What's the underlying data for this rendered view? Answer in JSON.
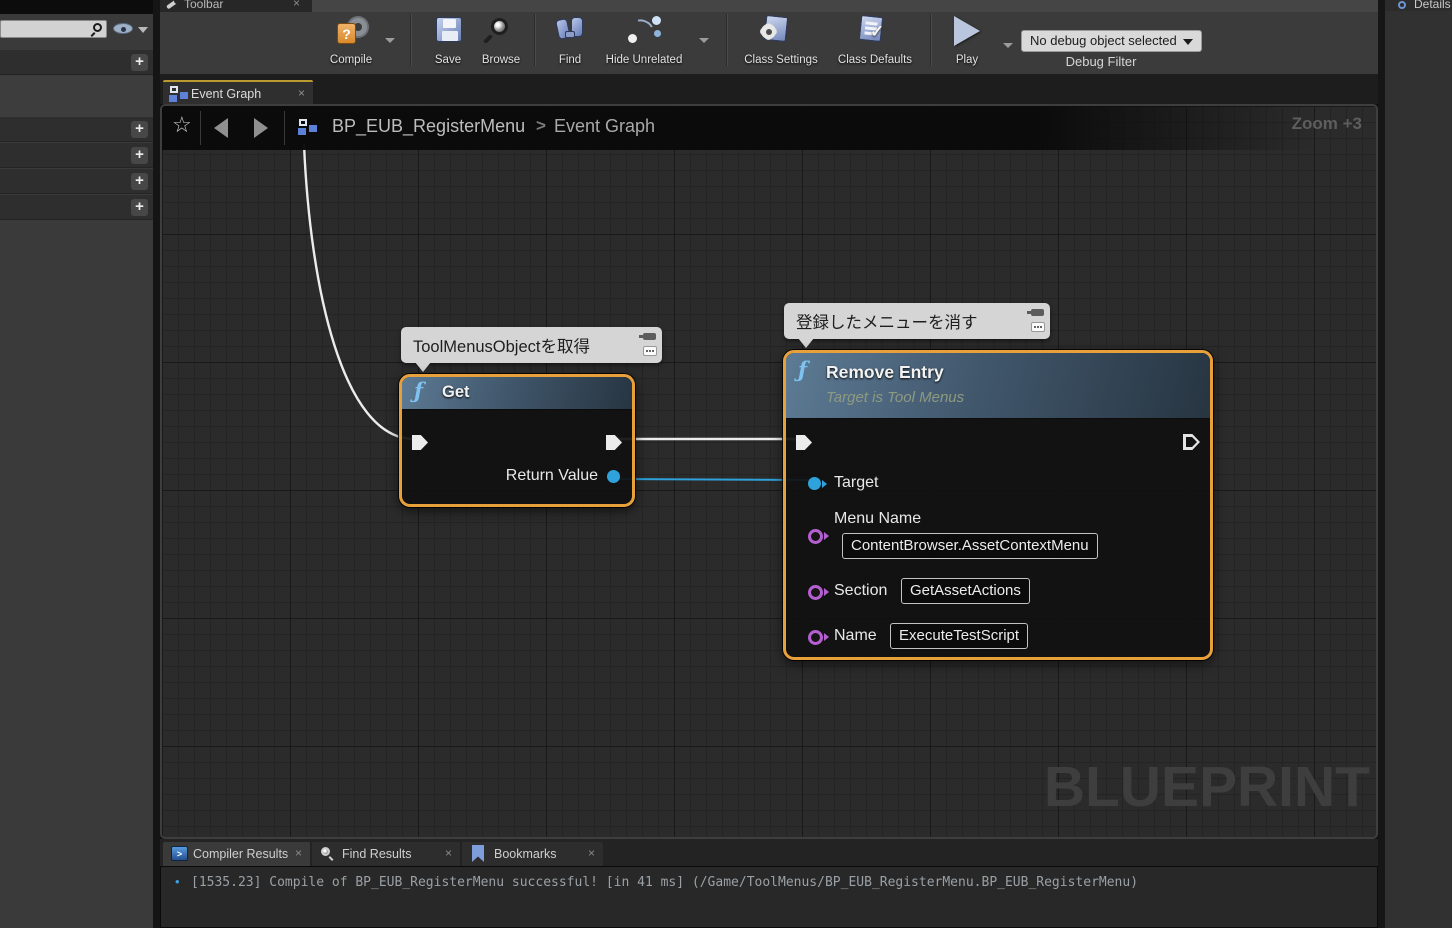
{
  "glyphs": {
    "close": "×",
    "caret": "▾",
    "plus": "+",
    "star": "☆",
    "chevron": ">",
    "fn": "ƒ",
    "bullet": "•",
    "question": "?",
    "check": "✓",
    "prompt": ">"
  },
  "toolbar": {
    "tab_label": "Toolbar",
    "buttons": [
      {
        "label": "Compile"
      },
      {
        "label": "Save"
      },
      {
        "label": "Browse"
      },
      {
        "label": "Find"
      },
      {
        "label": "Hide Unrelated"
      },
      {
        "label": "Class Settings"
      },
      {
        "label": "Class Defaults"
      },
      {
        "label": "Play"
      }
    ],
    "debug": {
      "selected": "No debug object selected",
      "label": "Debug Filter"
    }
  },
  "right_panel": {
    "tab_label": "Details"
  },
  "graph": {
    "tab_label": "Event Graph",
    "breadcrumb": {
      "root": "BP_EUB_RegisterMenu",
      "current": "Event Graph"
    },
    "zoom_label": "Zoom +3",
    "watermark": "BLUEPRINT",
    "comments": {
      "get": "ToolMenusObjectを取得",
      "remove": "登録したメニューを消す"
    },
    "get_node": {
      "title": "Get",
      "return_pin": "Return Value"
    },
    "remove_node": {
      "title": "Remove Entry",
      "subtitle": "Target is Tool Menus",
      "target_pin": "Target",
      "menu_name": {
        "label": "Menu Name",
        "value": "ContentBrowser.AssetContextMenu"
      },
      "section": {
        "label": "Section",
        "value": "GetAssetActions"
      },
      "name": {
        "label": "Name",
        "value": "ExecuteTestScript"
      }
    },
    "colors": {
      "selection": "#E8A13A",
      "exec_wire": "#ECECEC",
      "data_wire": "#2FA2DB",
      "object_pin": "#2FA2DB",
      "name_pin": "#B55FD0"
    }
  },
  "bottom_panel": {
    "tabs": [
      {
        "label": "Compiler Results"
      },
      {
        "label": "Find Results"
      },
      {
        "label": "Bookmarks"
      }
    ],
    "log": {
      "text": "[1535.23] Compile of BP_EUB_RegisterMenu successful! [in 41 ms] (/Game/ToolMenus/BP_EUB_RegisterMenu.BP_EUB_RegisterMenu)"
    }
  }
}
